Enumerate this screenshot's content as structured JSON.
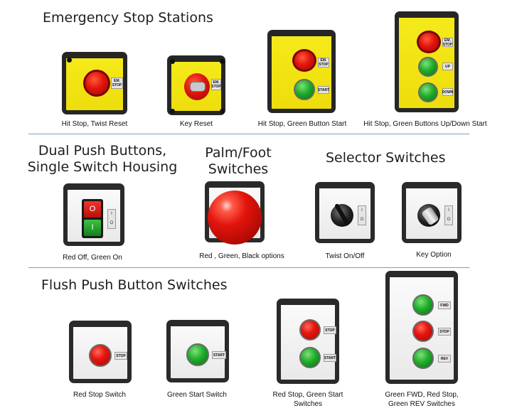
{
  "sections": {
    "emergency": {
      "heading": "Emergency Stop Stations",
      "items": [
        {
          "caption": "Hit Stop, Twist Reset",
          "label": "EM. STOP"
        },
        {
          "caption": "Key Reset",
          "label": "EM. STOP"
        },
        {
          "caption": "Hit Stop, Green Button Start",
          "labels": [
            "EM. STOP",
            "START"
          ]
        },
        {
          "caption": "Hit Stop, Green Buttons Up/Down Start",
          "labels": [
            "EM. STOP",
            "UP",
            "DOWN"
          ]
        }
      ]
    },
    "dual": {
      "heading_line1": "Dual Push Buttons,",
      "heading_line2": "Single Switch Housing",
      "caption": "Red Off, Green On",
      "symbol_off": "O",
      "symbol_on": "I",
      "toggle_top": "I",
      "toggle_bottom": "O"
    },
    "palm": {
      "heading_line1": "Palm/Foot",
      "heading_line2": "Switches",
      "caption": "Red , Green, Black options"
    },
    "selector": {
      "heading": "Selector Switches",
      "items": [
        {
          "caption": "Twist On/Off",
          "toggle_top": "I",
          "toggle_bottom": "O"
        },
        {
          "caption": "Key Option",
          "toggle_top": "I",
          "toggle_bottom": "O"
        }
      ]
    },
    "flush": {
      "heading": "Flush Push Button Switches",
      "items": [
        {
          "caption": "Red Stop Switch",
          "label": "STOP"
        },
        {
          "caption": "Green Start Switch",
          "label": "START"
        },
        {
          "caption_line1": "Red Stop, Green Start",
          "caption_line2": "Switches",
          "labels": [
            "STOP",
            "START"
          ]
        },
        {
          "caption_line1": "Green FWD, Red Stop,",
          "caption_line2": "Green REV Switches",
          "labels": [
            "FWD",
            "STOP",
            "REV"
          ]
        }
      ]
    }
  },
  "colors": {
    "yellow_housing": "#f2e415",
    "housing_frame": "#262626",
    "white_housing": "#f2f2f2",
    "stop_red": "#e6160f",
    "start_green": "#1fae2a",
    "divider": "#7d9ec4"
  }
}
